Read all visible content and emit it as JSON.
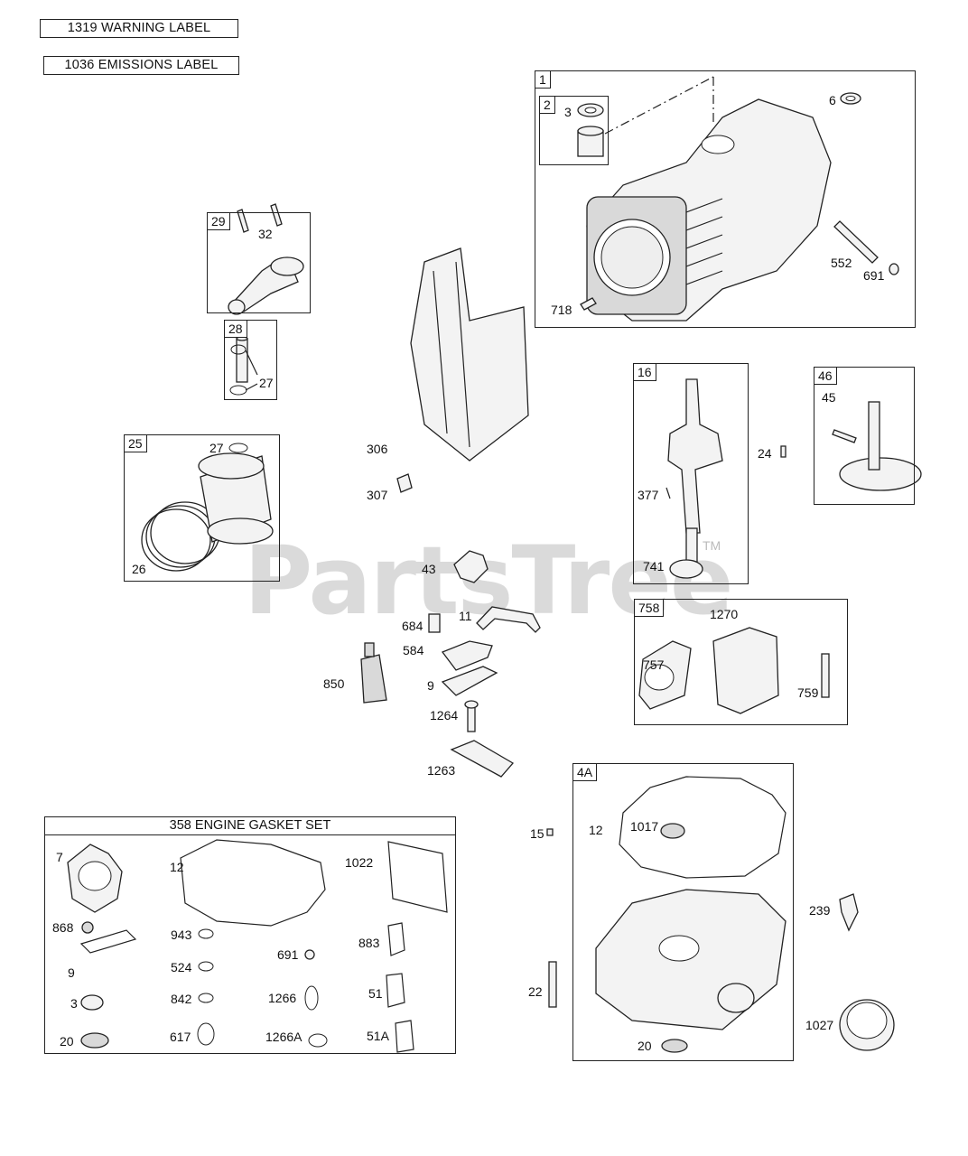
{
  "labels_top": {
    "warning": "1319 WARNING LABEL",
    "emissions": "1036 EMISSIONS LABEL"
  },
  "watermark": {
    "text": "PartsTree",
    "tm": "TM"
  },
  "boxes": {
    "b1": "1",
    "b2": "2",
    "b29": "29",
    "b28": "28",
    "b25": "25",
    "b16": "16",
    "b46": "46",
    "b758": "758",
    "b4a": "4A"
  },
  "gasket_set": {
    "title": "358 ENGINE GASKET SET"
  },
  "callouts": {
    "c3": "3",
    "c6": "6",
    "c552": "552",
    "c691": "691",
    "c718": "718",
    "c32": "32",
    "c27a": "27",
    "c27b": "27",
    "c26": "26",
    "c306": "306",
    "c307": "307",
    "c43": "43",
    "c684": "684",
    "c11": "11",
    "c584": "584",
    "c9": "9",
    "c850": "850",
    "c1264": "1264",
    "c1263": "1263",
    "c377": "377",
    "c741": "741",
    "c24": "24",
    "c45": "45",
    "c1270": "1270",
    "c757": "757",
    "c759": "759",
    "c15": "15",
    "c12b": "12",
    "c1017": "1017",
    "c239": "239",
    "c22": "22",
    "c20b": "20",
    "c1027": "1027",
    "g7": "7",
    "g12": "12",
    "g1022": "1022",
    "g868": "868",
    "g943": "943",
    "g691": "691",
    "g883": "883",
    "g9": "9",
    "g524": "524",
    "g3": "3",
    "g842": "842",
    "g1266": "1266",
    "g51": "51",
    "g20": "20",
    "g617": "617",
    "g1266a": "1266A",
    "g51a": "51A"
  }
}
